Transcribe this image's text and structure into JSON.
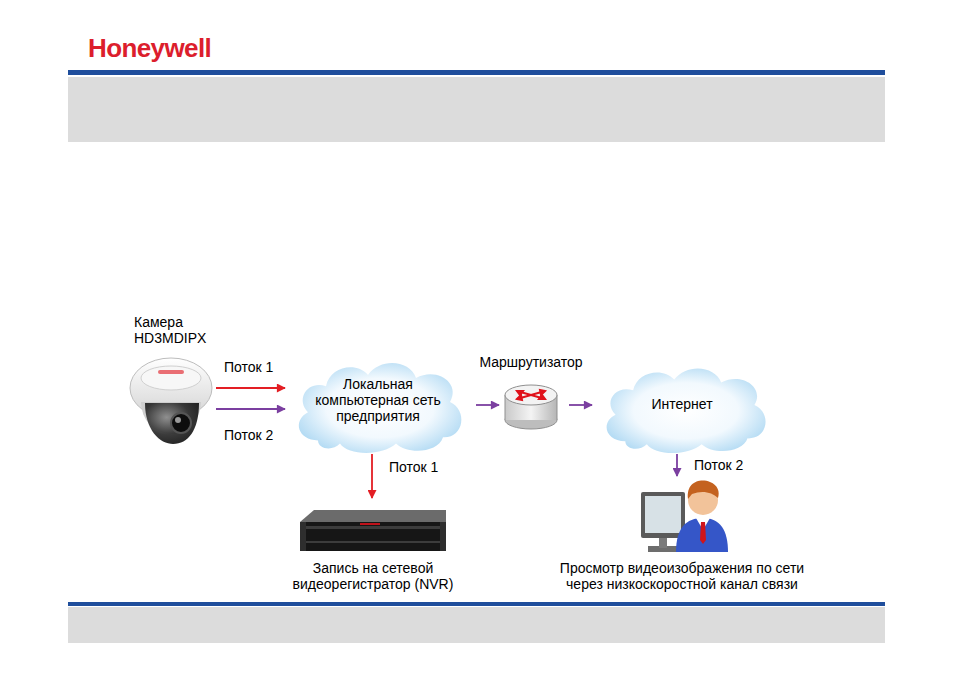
{
  "diagram": {
    "nodes": [
      {
        "text": [
          "Камера HD3MDIPX"
        ]
      },
      {
        "text": [
          "Локальная компьютерная сеть предприятия"
        ]
      },
      {
        "text": [
          "Маршрутизатор"
        ]
      },
      {
        "text": [
          "Интернет"
        ]
      },
      {
        "text": [
          "Запись на сетевой видеорегистратор (NVR)"
        ]
      },
      {
        "text": [
          "Просмотр видеоизображения по сети через низкоскоростной канал связи"
        ]
      }
    ],
    "edges": [
      {
        "from": 0,
        "to": 1,
        "arrow": "to",
        "label": "Поток 1"
      },
      {
        "from": 0,
        "to": 1,
        "arrow": "to",
        "label": "Поток 2"
      },
      {
        "from": 1,
        "to": 2,
        "arrow": "to"
      },
      {
        "from": 2,
        "to": 3,
        "arrow": "to"
      },
      {
        "from": 1,
        "to": 4,
        "arrow": "to",
        "label": "Поток 1"
      },
      {
        "from": 3,
        "to": 5,
        "arrow": "to",
        "label": "Поток 2"
      }
    ],
    "labels": [
      "Honeywell"
    ]
  }
}
